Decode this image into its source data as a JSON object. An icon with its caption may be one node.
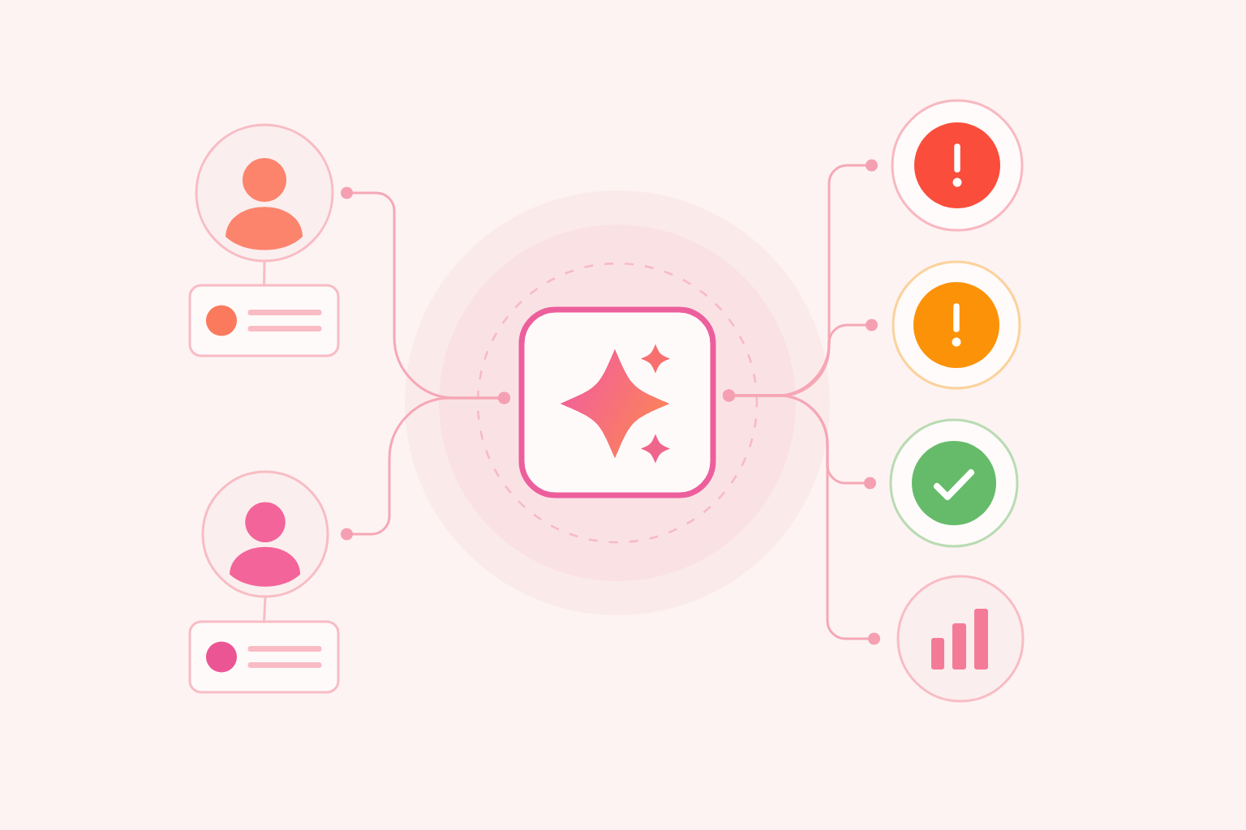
{
  "diagram": {
    "nodes": [
      {
        "text": [],
        "shape": "person"
      },
      {
        "text": [],
        "shape": "box"
      },
      {
        "text": [],
        "shape": "person"
      },
      {
        "text": [],
        "shape": "box"
      },
      {
        "text": [],
        "shape": "box"
      },
      {
        "text": [],
        "shape": "circle"
      },
      {
        "text": [],
        "shape": "circle"
      },
      {
        "text": [],
        "shape": "circle"
      },
      {
        "text": [],
        "shape": "circle"
      }
    ],
    "edges": [
      {
        "from": 0,
        "to": 1,
        "arrow": "none"
      },
      {
        "from": 2,
        "to": 3,
        "arrow": "none"
      },
      {
        "from": 0,
        "to": 4,
        "arrow": "other"
      },
      {
        "from": 2,
        "to": 4,
        "arrow": "other"
      },
      {
        "from": 4,
        "to": 5,
        "arrow": "other"
      },
      {
        "from": 4,
        "to": 6,
        "arrow": "other"
      },
      {
        "from": 4,
        "to": 7,
        "arrow": "other"
      },
      {
        "from": 4,
        "to": 8,
        "arrow": "other"
      }
    ]
  }
}
